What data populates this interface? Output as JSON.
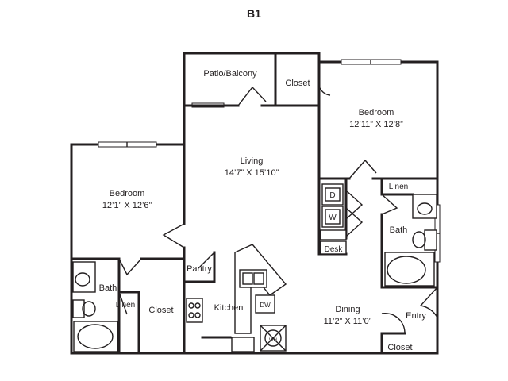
{
  "plan": {
    "title": "B1",
    "rooms": {
      "patio": {
        "name": "Patio/Balcony"
      },
      "closet_top": {
        "name": "Closet"
      },
      "bedroom_right": {
        "name": "Bedroom",
        "dims": "12’11” X 12’8”"
      },
      "living": {
        "name": "Living",
        "dims": "14’7” X 15’10”"
      },
      "bedroom_left": {
        "name": "Bedroom",
        "dims": "12’1” X 12’6”"
      },
      "linen_right": {
        "name": "Linen"
      },
      "bath_right": {
        "name": "Bath"
      },
      "desk": {
        "name": "Desk"
      },
      "pantry": {
        "name": "Pantry"
      },
      "bath_left": {
        "name": "Bath"
      },
      "linen_left": {
        "name": "Linen"
      },
      "closet_left": {
        "name": "Closet"
      },
      "kitchen": {
        "name": "Kitchen"
      },
      "dining": {
        "name": "Dining",
        "dims": "11’2” X 11’0”"
      },
      "entry": {
        "name": "Entry"
      },
      "closet_entry": {
        "name": "Closet"
      }
    },
    "appliances": {
      "dryer": "D",
      "washer": "W",
      "dishwasher": "DW",
      "water_heater": "WH"
    }
  }
}
